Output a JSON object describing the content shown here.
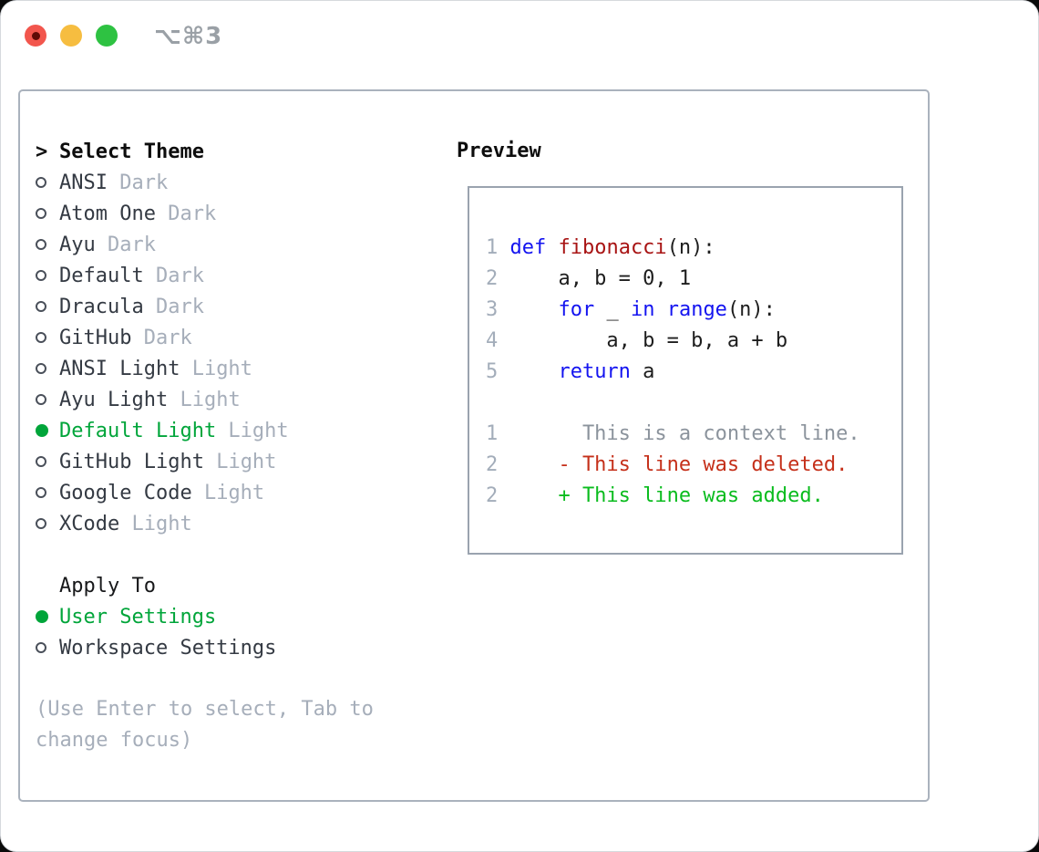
{
  "titlebar": {
    "title": "⌥⌘3"
  },
  "colors": {
    "accent_green": "#00a53a",
    "added_green": "#0abc1e",
    "deleted_red": "#c5301a",
    "keyword_blue": "#1414f0",
    "function_red": "#a81414",
    "muted_gray": "#a6aeba",
    "context_gray": "#8b939c",
    "traffic_red": "#f2564d",
    "traffic_yellow": "#f6bd40",
    "traffic_green": "#2ec242"
  },
  "theme_list": {
    "header": {
      "marker": ">",
      "label": "Select Theme"
    },
    "items": [
      {
        "name": "ANSI",
        "variant": "Dark",
        "selected": false
      },
      {
        "name": "Atom One",
        "variant": "Dark",
        "selected": false
      },
      {
        "name": "Ayu",
        "variant": "Dark",
        "selected": false
      },
      {
        "name": "Default",
        "variant": "Dark",
        "selected": false
      },
      {
        "name": "Dracula",
        "variant": "Dark",
        "selected": false
      },
      {
        "name": "GitHub",
        "variant": "Dark",
        "selected": false
      },
      {
        "name": "ANSI Light",
        "variant": "Light",
        "selected": false
      },
      {
        "name": "Ayu Light",
        "variant": "Light",
        "selected": false
      },
      {
        "name": "Default Light",
        "variant": "Light",
        "selected": true
      },
      {
        "name": "GitHub Light",
        "variant": "Light",
        "selected": false
      },
      {
        "name": "Google Code",
        "variant": "Light",
        "selected": false
      },
      {
        "name": "XCode",
        "variant": "Light",
        "selected": false
      }
    ]
  },
  "apply_to": {
    "label": "Apply To",
    "options": [
      {
        "label": "User Settings",
        "selected": true
      },
      {
        "label": "Workspace Settings",
        "selected": false
      }
    ]
  },
  "hint": "(Use Enter to select, Tab to\nchange focus)",
  "preview": {
    "title": "Preview",
    "code_lines": [
      {
        "num": "1",
        "tokens": [
          {
            "t": "def",
            "c": "kw"
          },
          {
            "t": " ",
            "c": "plain"
          },
          {
            "t": "fibonacci",
            "c": "fn"
          },
          {
            "t": "(n):",
            "c": "plain"
          }
        ]
      },
      {
        "num": "2",
        "tokens": [
          {
            "t": "    a, b = 0, 1",
            "c": "plain"
          }
        ]
      },
      {
        "num": "3",
        "tokens": [
          {
            "t": "    ",
            "c": "plain"
          },
          {
            "t": "for",
            "c": "kw"
          },
          {
            "t": " _ ",
            "c": "plain"
          },
          {
            "t": "in",
            "c": "kw"
          },
          {
            "t": " ",
            "c": "plain"
          },
          {
            "t": "range",
            "c": "kw"
          },
          {
            "t": "(n):",
            "c": "plain"
          }
        ]
      },
      {
        "num": "4",
        "tokens": [
          {
            "t": "        a, b = b, a + b",
            "c": "plain"
          }
        ]
      },
      {
        "num": "5",
        "tokens": [
          {
            "t": "    ",
            "c": "plain"
          },
          {
            "t": "return",
            "c": "kw"
          },
          {
            "t": " a",
            "c": "plain"
          }
        ]
      },
      {
        "num": "",
        "tokens": []
      },
      {
        "num": "1",
        "tokens": [
          {
            "t": "      This is a context line.",
            "c": "ctx"
          }
        ]
      },
      {
        "num": "2",
        "tokens": [
          {
            "t": "    - This line was deleted.",
            "c": "del"
          }
        ]
      },
      {
        "num": "2",
        "tokens": [
          {
            "t": "    + This line was added.",
            "c": "add"
          }
        ]
      }
    ]
  }
}
